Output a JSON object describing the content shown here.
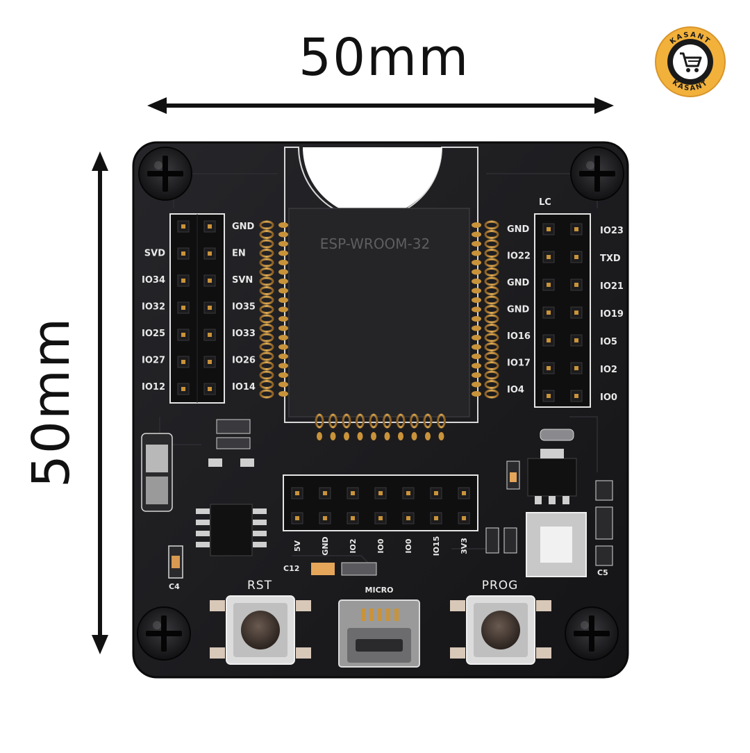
{
  "dimensions": {
    "width_label": "50mm",
    "height_label": "50mm"
  },
  "logo": {
    "text_top": "KASANT",
    "text_bottom": "KASANT",
    "ring_color": "#f2b13b",
    "core_color": "#1a1a1a"
  },
  "board": {
    "module_label": "ESP-WROOM-32",
    "corner_label": "LC",
    "left_header_pins": [
      "",
      "SVD",
      "IO34",
      "IO32",
      "IO25",
      "IO27",
      "IO12"
    ],
    "left_module_pins": [
      "GND",
      "EN",
      "SVN",
      "IO35",
      "IO33",
      "IO26",
      "IO14"
    ],
    "right_module_pins": [
      "GND",
      "IO22",
      "GND",
      "GND",
      "IO16",
      "IO17",
      "IO4"
    ],
    "right_header_pins": [
      "IO23",
      "TXD",
      "IO21",
      "IO19",
      "IO5",
      "IO2",
      "IO0"
    ],
    "bottom_header_pins": [
      "5V",
      "GND",
      "IO2",
      "IO0",
      "IO0",
      "IO15",
      "3V3"
    ],
    "button_rst": "RST",
    "button_prog": "PROG",
    "usb_label": "MICRO",
    "cap_c12": "C12",
    "cap_c4": "C4",
    "cap_c5": "C5",
    "colors": {
      "pcb": "#1b1b1d",
      "silk": "#e9e9e9",
      "gold": "#c9933a"
    }
  }
}
